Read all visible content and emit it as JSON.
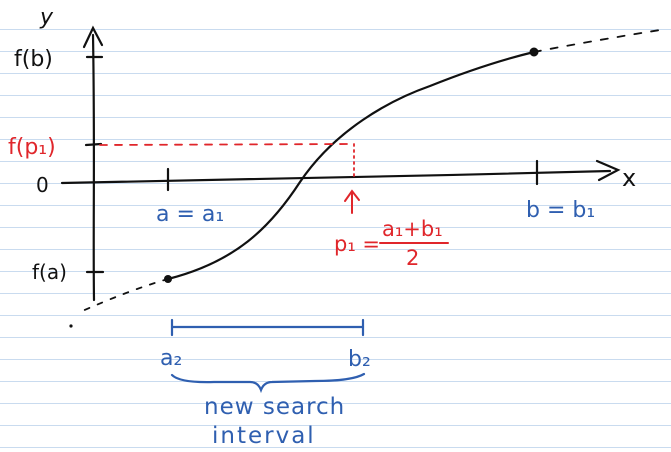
{
  "axes": {
    "y_label": "y",
    "x_label": "x",
    "f_of_b": "f(b)",
    "f_of_a": "f(a)",
    "zero": "0"
  },
  "endpoints": {
    "a_label": "a = a₁",
    "b_label": "b = b₁"
  },
  "midpoint": {
    "f_p1": "f(p₁)",
    "p1_lhs": "p₁ =",
    "p1_numerator": "a₁+b₁",
    "p1_denominator": "2"
  },
  "new_interval": {
    "a2_label": "a₂",
    "b2_label": "b₂",
    "caption_line1": "new search",
    "caption_line2": "interval"
  },
  "colors": {
    "ink": "#111111",
    "red": "#e0262b",
    "blue": "#2f5fb0",
    "paper_lines": "#c9dbef"
  }
}
